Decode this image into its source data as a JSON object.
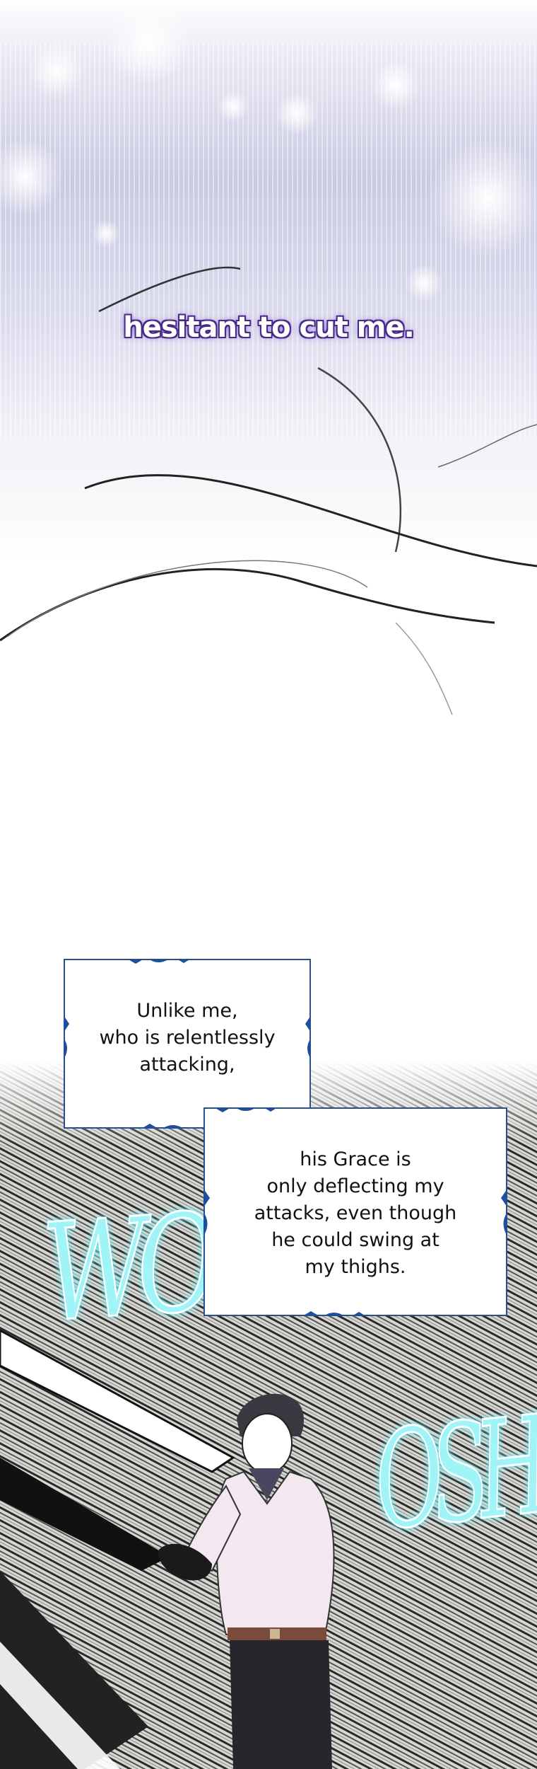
{
  "top_caption": "hesitant to cut me.",
  "narration_1": {
    "lines": [
      "Unlike me,",
      "who is relentlessly",
      "attacking,"
    ]
  },
  "narration_2": {
    "lines": [
      "his Grace is",
      "only deflecting my",
      "attacks, even though",
      "he could swing at",
      "my thighs."
    ]
  },
  "sound_effects": {
    "left": "WO",
    "right": "OSH"
  },
  "colors": {
    "caption_outline": "#4a2a8a",
    "box_border": "#2a4f8f",
    "box_ornament": "#1f4e9a",
    "sfx_fill": "#9ff4f7",
    "shirt": "#f3e8ef",
    "hair": "#3a3840"
  }
}
